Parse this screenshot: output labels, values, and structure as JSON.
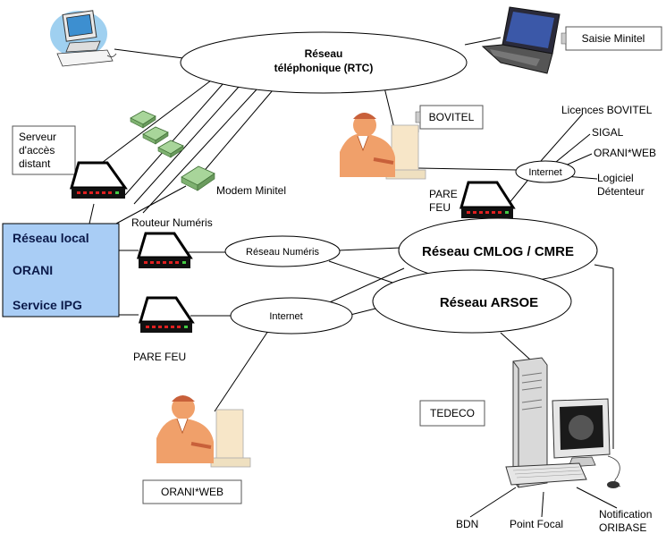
{
  "clouds": {
    "rtc_line1": "Réseau",
    "rtc_line2": "téléphonique (RTC)",
    "numeris": "Réseau Numéris",
    "internet_left": "Internet",
    "internet_right": "Internet",
    "cmlog": "Réseau CMLOG / CMRE",
    "arsoe": "Réseau ARSOE"
  },
  "boxes": {
    "saisie_minitel": "Saisie Minitel",
    "serveur_line1": "Serveur",
    "serveur_line2": "d'accès",
    "serveur_line3": "distant",
    "bovitel": "BOVITEL",
    "tedeco": "TEDECO",
    "oraniweb_bottom": "ORANI*WEB"
  },
  "local_network": {
    "line1": "Réseau local",
    "line2": "ORANI",
    "line3": "Service IPG"
  },
  "labels": {
    "modem_minitel": "Modem Minitel",
    "routeur_numeris": "Routeur Numéris",
    "pare_feu_left": "PARE FEU",
    "pare_feu_right_1": "PARE",
    "pare_feu_right_2": "FEU",
    "licences_bovitel": "Licences BOVITEL",
    "sigal": "SIGAL",
    "oraniweb_right": "ORANI*WEB",
    "logiciel_1": "Logiciel",
    "logiciel_2": "Détenteur",
    "bdn": "BDN",
    "point_focal": "Point Focal",
    "notification_1": "Notification",
    "notification_2": "ORIBASE"
  },
  "colors": {
    "local_network_fill": "#a9cdf5",
    "modem_green": "#a8d59a",
    "figure_skin": "#f0a06a",
    "leds": "#e02020"
  },
  "icons": [
    "desktop-computer-icon",
    "laptop-icon",
    "modem-icon",
    "router-icon",
    "person-at-computer-icon",
    "server-tower-icon"
  ]
}
